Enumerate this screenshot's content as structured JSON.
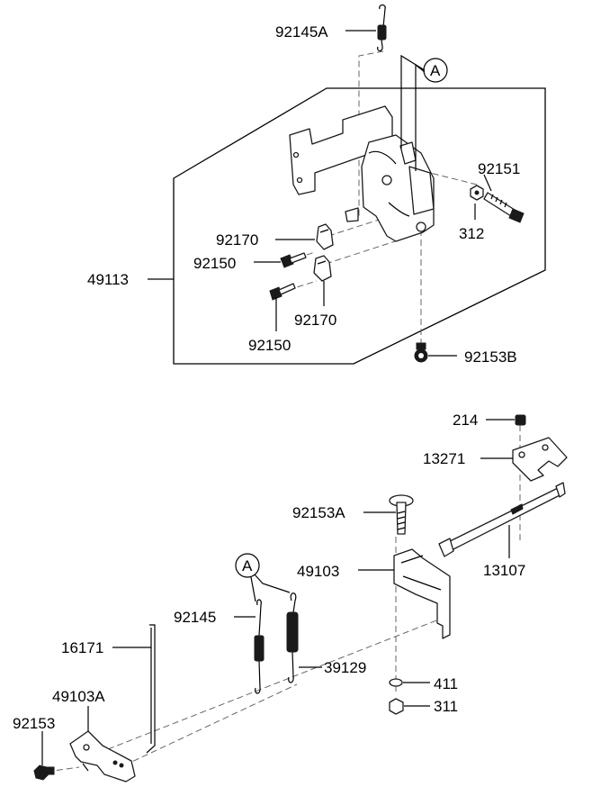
{
  "callouts": {
    "p92145A": "92145A",
    "pA_top": "A",
    "p92151": "92151",
    "p312": "312",
    "p92170_1": "92170",
    "p92150_1": "92150",
    "p49113": "49113",
    "p92170_2": "92170",
    "p92150_2": "92150",
    "p92153B": "92153B",
    "p214": "214",
    "p13271": "13271",
    "p92153A": "92153A",
    "pA_bottom": "A",
    "p49103": "49103",
    "p13107": "13107",
    "p92145": "92145",
    "p16171": "16171",
    "p39129": "39129",
    "p49103A": "49103A",
    "p411": "411",
    "p92153": "92153",
    "p311": "311"
  }
}
